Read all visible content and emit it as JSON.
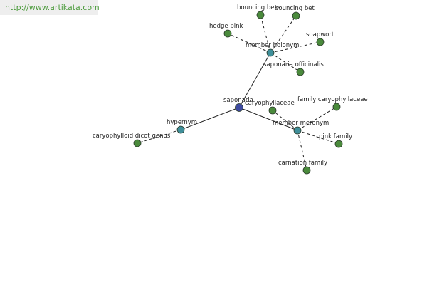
{
  "watermark": "http://www.artikata.com",
  "colors": {
    "root": "#3e4aa0",
    "relation": "#3f8f9a",
    "leaf": "#4a8a3c"
  },
  "nodes": [
    {
      "id": "saponaria",
      "label": "saponaria",
      "kind": "root"
    },
    {
      "id": "member-holonym",
      "label": "member holonym",
      "kind": "relation"
    },
    {
      "id": "hypernym",
      "label": "hypernym",
      "kind": "relation"
    },
    {
      "id": "member-meronym",
      "label": "member meronym",
      "kind": "relation"
    },
    {
      "id": "bouncing-bess",
      "label": "bouncing bess",
      "kind": "leaf"
    },
    {
      "id": "bouncing-bet",
      "label": "bouncing bet",
      "kind": "leaf"
    },
    {
      "id": "hedge-pink",
      "label": "hedge pink",
      "kind": "leaf"
    },
    {
      "id": "soapwort",
      "label": "soapwort",
      "kind": "leaf"
    },
    {
      "id": "saponaria-officinalis",
      "label": "saponaria officinalis",
      "kind": "leaf"
    },
    {
      "id": "caryophyllaceae",
      "label": "caryophyllaceae",
      "kind": "leaf"
    },
    {
      "id": "family-caryophyllaceae",
      "label": "family caryophyllaceae",
      "kind": "leaf"
    },
    {
      "id": "pink-family",
      "label": "pink family",
      "kind": "leaf"
    },
    {
      "id": "carnation-family",
      "label": "carnation family",
      "kind": "leaf"
    },
    {
      "id": "caryophylloid-dicot-genus",
      "label": "caryophylloid dicot genus",
      "kind": "leaf"
    }
  ],
  "edges": [
    {
      "from": "saponaria",
      "to": "member-holonym",
      "style": "solid"
    },
    {
      "from": "saponaria",
      "to": "hypernym",
      "style": "solid"
    },
    {
      "from": "saponaria",
      "to": "member-meronym",
      "style": "solid"
    },
    {
      "from": "member-holonym",
      "to": "bouncing-bess",
      "style": "dashed"
    },
    {
      "from": "member-holonym",
      "to": "bouncing-bet",
      "style": "dashed"
    },
    {
      "from": "member-holonym",
      "to": "hedge-pink",
      "style": "dashed"
    },
    {
      "from": "member-holonym",
      "to": "soapwort",
      "style": "dashed"
    },
    {
      "from": "member-holonym",
      "to": "saponaria-officinalis",
      "style": "dashed"
    },
    {
      "from": "hypernym",
      "to": "caryophylloid-dicot-genus",
      "style": "dashed"
    },
    {
      "from": "member-meronym",
      "to": "caryophyllaceae",
      "style": "dashed"
    },
    {
      "from": "member-meronym",
      "to": "family-caryophyllaceae",
      "style": "dashed"
    },
    {
      "from": "member-meronym",
      "to": "pink-family",
      "style": "dashed"
    },
    {
      "from": "member-meronym",
      "to": "carnation-family",
      "style": "dashed"
    }
  ]
}
